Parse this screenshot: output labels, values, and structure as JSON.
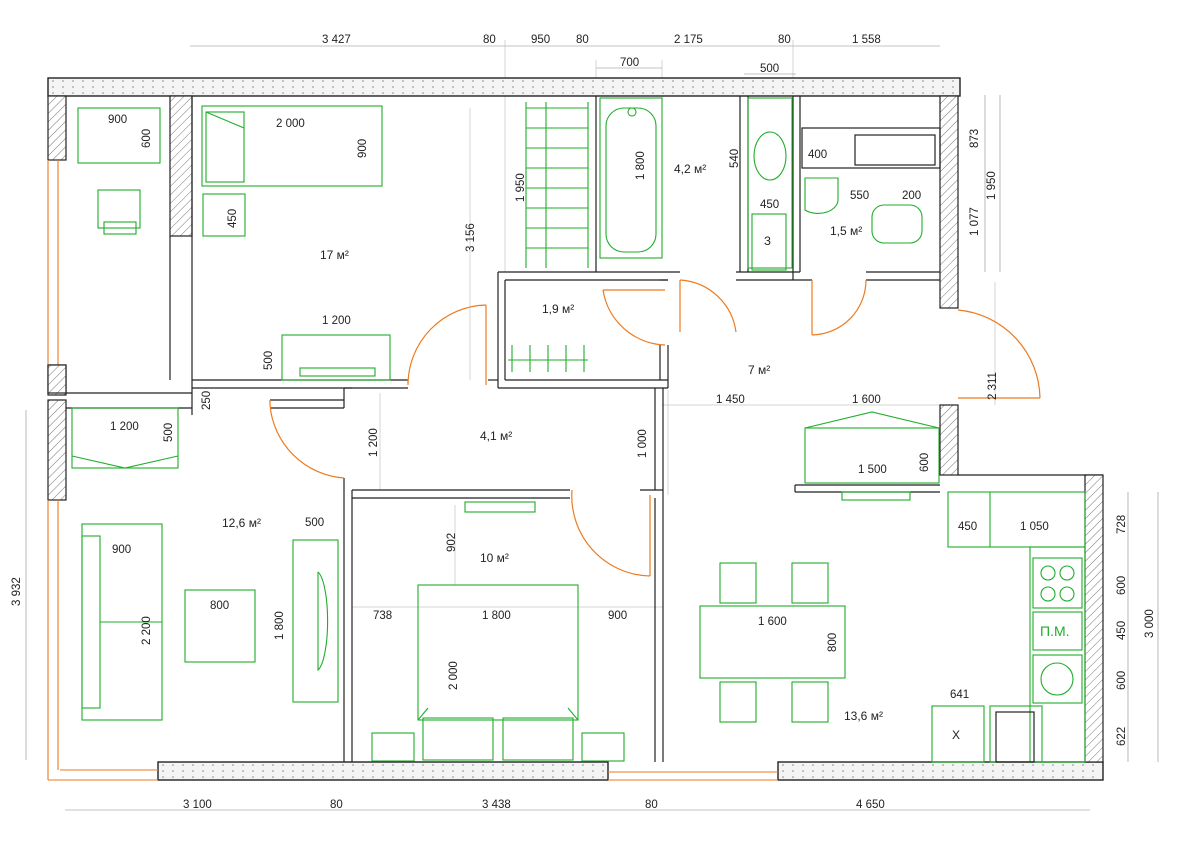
{
  "rooms": {
    "living_17": "17 м²",
    "bath": "4,2 м²",
    "wc": "1,5 м²",
    "closet": "1,9 м²",
    "hall_7": "7 м²",
    "corridor": "4,1 м²",
    "room_12_6": "12,6 м²",
    "bedroom_10": "10 м²",
    "kitchen": "13,6 м²"
  },
  "dims_top": [
    "3 427",
    "80",
    "950",
    "80",
    "2 175",
    "80",
    "1 558"
  ],
  "dims_top2": [
    "700",
    "500"
  ],
  "dims_bottom": [
    "3 100",
    "80",
    "3 438",
    "80",
    "4 650"
  ],
  "dims_left": [
    "3 932"
  ],
  "dims_right_upper": [
    "873",
    "1 950",
    "1 077"
  ],
  "dims_right_lower": [
    "728",
    "600",
    "450",
    "600",
    "622",
    "3 000"
  ],
  "dims_inner": {
    "desk_w": "900",
    "desk_h": "600",
    "bed1_w": "2 000",
    "bed1_h": "900",
    "night1": "450",
    "wall_3156": "3 156",
    "closet_1950": "1 950",
    "bath_1800": "1 800",
    "sink_540": "540",
    "wm_450": "450",
    "shelf_400": "400",
    "wc_550": "550",
    "wc_200": "200",
    "hall_1950": "1 950",
    "tv_1200": "1 200",
    "tv_500": "500",
    "wall_250": "250",
    "cab_1200": "1 200",
    "cab_500": "500",
    "corr_1200": "1 200",
    "corr_1000": "1 000",
    "hall_1450": "1 450",
    "hall_1600": "1 600",
    "hall_1500": "1 500",
    "hall_600": "600",
    "right_2311": "2 311",
    "sofa_900": "900",
    "sofa_2200": "2 200",
    "table_800": "800",
    "tv2_500": "500",
    "tv2_1800": "1 800",
    "bed_902": "902",
    "bed_738": "738",
    "bed_1800": "1 800",
    "bed_900": "900",
    "bed_2000": "2 000",
    "counter_450": "450",
    "counter_1050": "1 050",
    "dining_1600": "1 600",
    "dining_800": "800",
    "fridge_641": "641"
  },
  "labels": {
    "pm": "П.М.",
    "wm": "З",
    "x": "Х"
  }
}
